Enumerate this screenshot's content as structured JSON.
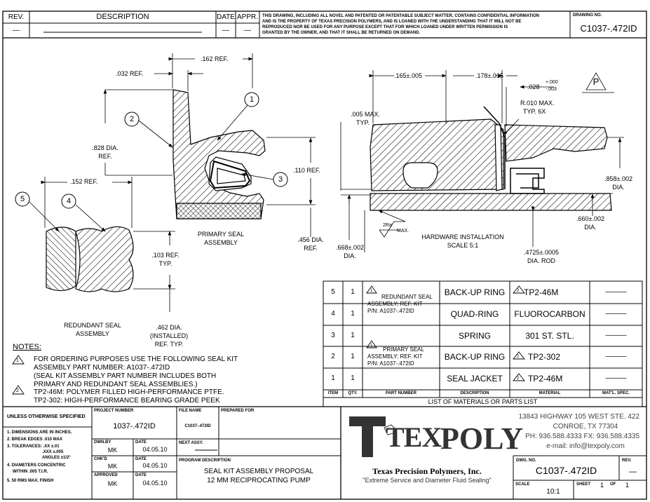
{
  "rev_block": {
    "rev_header": "REV.",
    "desc_header": "DESCRIPTION",
    "date_header": "DATE",
    "appr_header": "APPR.",
    "rev_value": "—",
    "date_value": "—",
    "appr_value": "—"
  },
  "notice": [
    "THIS DRAWING, INCLUDING ALL NOVEL AND PATENTED OR PATENTABLE SUBJECT MATTER, CONTAINS CONFIDENTIAL INFORMATION",
    "AND IS THE PROPERTY OF TEXAS PRECISION POLYMERS, AND IS LOANED WITH THE UNDERSTANDING THAT IT WILL NOT BE",
    "REPRODUCED NOR BE USED FOR ANY PURPOSE EXCEPT THAT FOR WHICH LOANED UNDER WRITTEN PERMISSION IS",
    "GRANTED BY THE OWNER, AND THAT IT SHALL BE RETURNED ON DEMAND."
  ],
  "drawing_no": {
    "label": "DRAWING NO.",
    "value": "C1037-.472ID"
  },
  "primary": {
    "dim_162": ".162 REF.",
    "dim_032": ".032 REF.",
    "dim_828a": ".828 DIA.",
    "dim_828b": "REF.",
    "dim_110": ".110 REF.",
    "dim_456a": ".456 DIA.",
    "dim_456b": "REF.",
    "title_a": "PRIMARY SEAL",
    "title_b": "ASSEMBLY",
    "balloon_1": "1",
    "balloon_2": "2",
    "balloon_3": "3"
  },
  "redundant": {
    "dim_152": ".152 REF.",
    "dim_103a": ".103 REF.",
    "dim_103b": "TYP.",
    "dim_462a": ".462 DIA.",
    "dim_462b": "(INSTALLED)",
    "dim_462c": "REF. TYP.",
    "title_a": "REDUNDANT SEAL",
    "title_b": "ASSEMBLY",
    "balloon_4": "4",
    "balloon_5": "5"
  },
  "hardware": {
    "dim_165": ".165±.005",
    "dim_178": ".178±.015",
    "dim_028_base": ".028",
    "dim_028_plus": "+.000",
    "dim_028_minus": "-.003",
    "dim_005a": ".005 MAX.",
    "dim_005b": "TYP.",
    "radius_a": "R.010 MAX.",
    "radius_b": "TYP. 6X",
    "dim_858a": ".858±.002",
    "dim_858b": "DIA.",
    "dim_660a": ".660±.002",
    "dim_660b": "DIA.",
    "dim_668a": ".668±.002",
    "dim_668b": "DIA.",
    "dim_4725a": ".4725±.0005",
    "dim_4725b": "DIA. ROD",
    "finish_a": "2Ra",
    "finish_b": "MAX.",
    "title_a": "HARDWARE INSTALLATION",
    "title_b": "SCALE 5:1",
    "p_symbol": "P"
  },
  "notes": {
    "heading": "NOTES:",
    "note1_num": "1",
    "note1": [
      "FOR ORDERING PURPOSES USE THE FOLLOWING SEAL KIT",
      "ASSEMBLY PART NUMBER: A1037-.472ID",
      "(SEAL KIT ASSEMBLY PART NUMBER INCLUDES BOTH",
      "PRIMARY AND REDUNDANT SEAL ASSEMBLIES.)"
    ],
    "note2_num": "2",
    "note2": [
      "TP2-46M: POLYMER FILLED HIGH-PERFORMANCE PTFE.",
      "TP2-302: HIGH-PERFORMANCE BEARING GRADE PEEK"
    ]
  },
  "bom": {
    "headers": [
      "ITEM",
      "QTY.",
      "PART NUMBER",
      "DESCRIPTION",
      "MATERIAL",
      "MAT'L. SPEC."
    ],
    "title": "LIST OF MATERIALS OR PARTS LIST",
    "rows": [
      {
        "item": "5",
        "qty": "1",
        "description": "BACK-UP RING",
        "material": "TP2-46M",
        "spec": "———",
        "mat_flag": "2"
      },
      {
        "item": "4",
        "qty": "1",
        "description": "QUAD-RING",
        "material": "FLUOROCARBON",
        "spec": "———",
        "mat_flag": ""
      },
      {
        "item": "3",
        "qty": "1",
        "description": "SPRING",
        "material": "301 ST. STL.",
        "spec": "———",
        "mat_flag": ""
      },
      {
        "item": "2",
        "qty": "1",
        "description": "BACK-UP RING",
        "material": "TP2-302",
        "spec": "———",
        "mat_flag": "2"
      },
      {
        "item": "1",
        "qty": "1",
        "description": "SEAL JACKET",
        "material": "TP2-46M",
        "spec": "———",
        "mat_flag": "2"
      }
    ],
    "part_redundant": [
      "REDUNDANT SEAL",
      "ASSEMBLY; REF. KIT",
      "P/N: A1037-.472ID"
    ],
    "part_primary": [
      "PRIMARY SEAL",
      "ASSEMBLY; REF. KIT",
      "P/N: A1037-.472ID"
    ],
    "part_flag": "1"
  },
  "title_block": {
    "unless": "UNLESS OTHERWISE SPECIFIED",
    "specs": [
      "1. DIMENSIONS ARE IN INCHES.",
      "2. BREAK EDGES .010 MAX",
      "3. TOLERANCES: .XX ±.01",
      ".XXX ±.005",
      "ANGLES ±1/2°",
      "4. DIAMETERS CONCENTRIC",
      "WITHIN .005 T.I.R.",
      "5. 50 RMS MAX. FINISH"
    ],
    "project_label": "PROJECT NUMBER",
    "project_value": "1037-.472ID",
    "file_label": "FILE NAME",
    "file_value": "C1037-.472ID",
    "prepared_label": "PREPARED FOR",
    "next_label": "NEXT ASSY.",
    "dwn_label": "DWN.BY",
    "dwn_value": "MK",
    "chkd_label": "CHK'D",
    "chkd_value": "MK",
    "appr_label": "APPROVED",
    "appr_value": "MK",
    "date_label": "DATE",
    "date1": "04.05.10",
    "date2": "04.05.10",
    "date3": "04.05.10",
    "program_label": "PROGRAM DESCRIPTION",
    "program_1": "SEAL KIT ASSEMBLY PROPOSAL",
    "program_2": "12 MM RECIPROCATING PUMP"
  },
  "company": {
    "logo_a": "TEX",
    "logo_b": "POLY",
    "name": "Texas Precision Polymers, Inc.",
    "slogan": "\"Extreme Service and Diameter Fluid Sealing\"",
    "addr1": "13843 HIGHWAY 105 WEST STE. 422",
    "addr2": "CONROE, TX 77304",
    "addr3": "PH: 936.588.4333   FX: 936.588.4335",
    "addr4": "e-mail: info@texpoly.com"
  },
  "dwg_block": {
    "dwg_label": "DWG. NO.",
    "dwg_value": "C1037-.472ID",
    "rev_label": "REV.",
    "rev_value": "—",
    "scale_label": "SCALE",
    "scale_value": "10:1",
    "sheet_label": "SHEET",
    "sheet_value": "1",
    "of_label": "OF",
    "of_value": "1"
  },
  "colors": {
    "ink": "#000000",
    "paper": "#ffffff",
    "logo_gray": "#666666"
  }
}
